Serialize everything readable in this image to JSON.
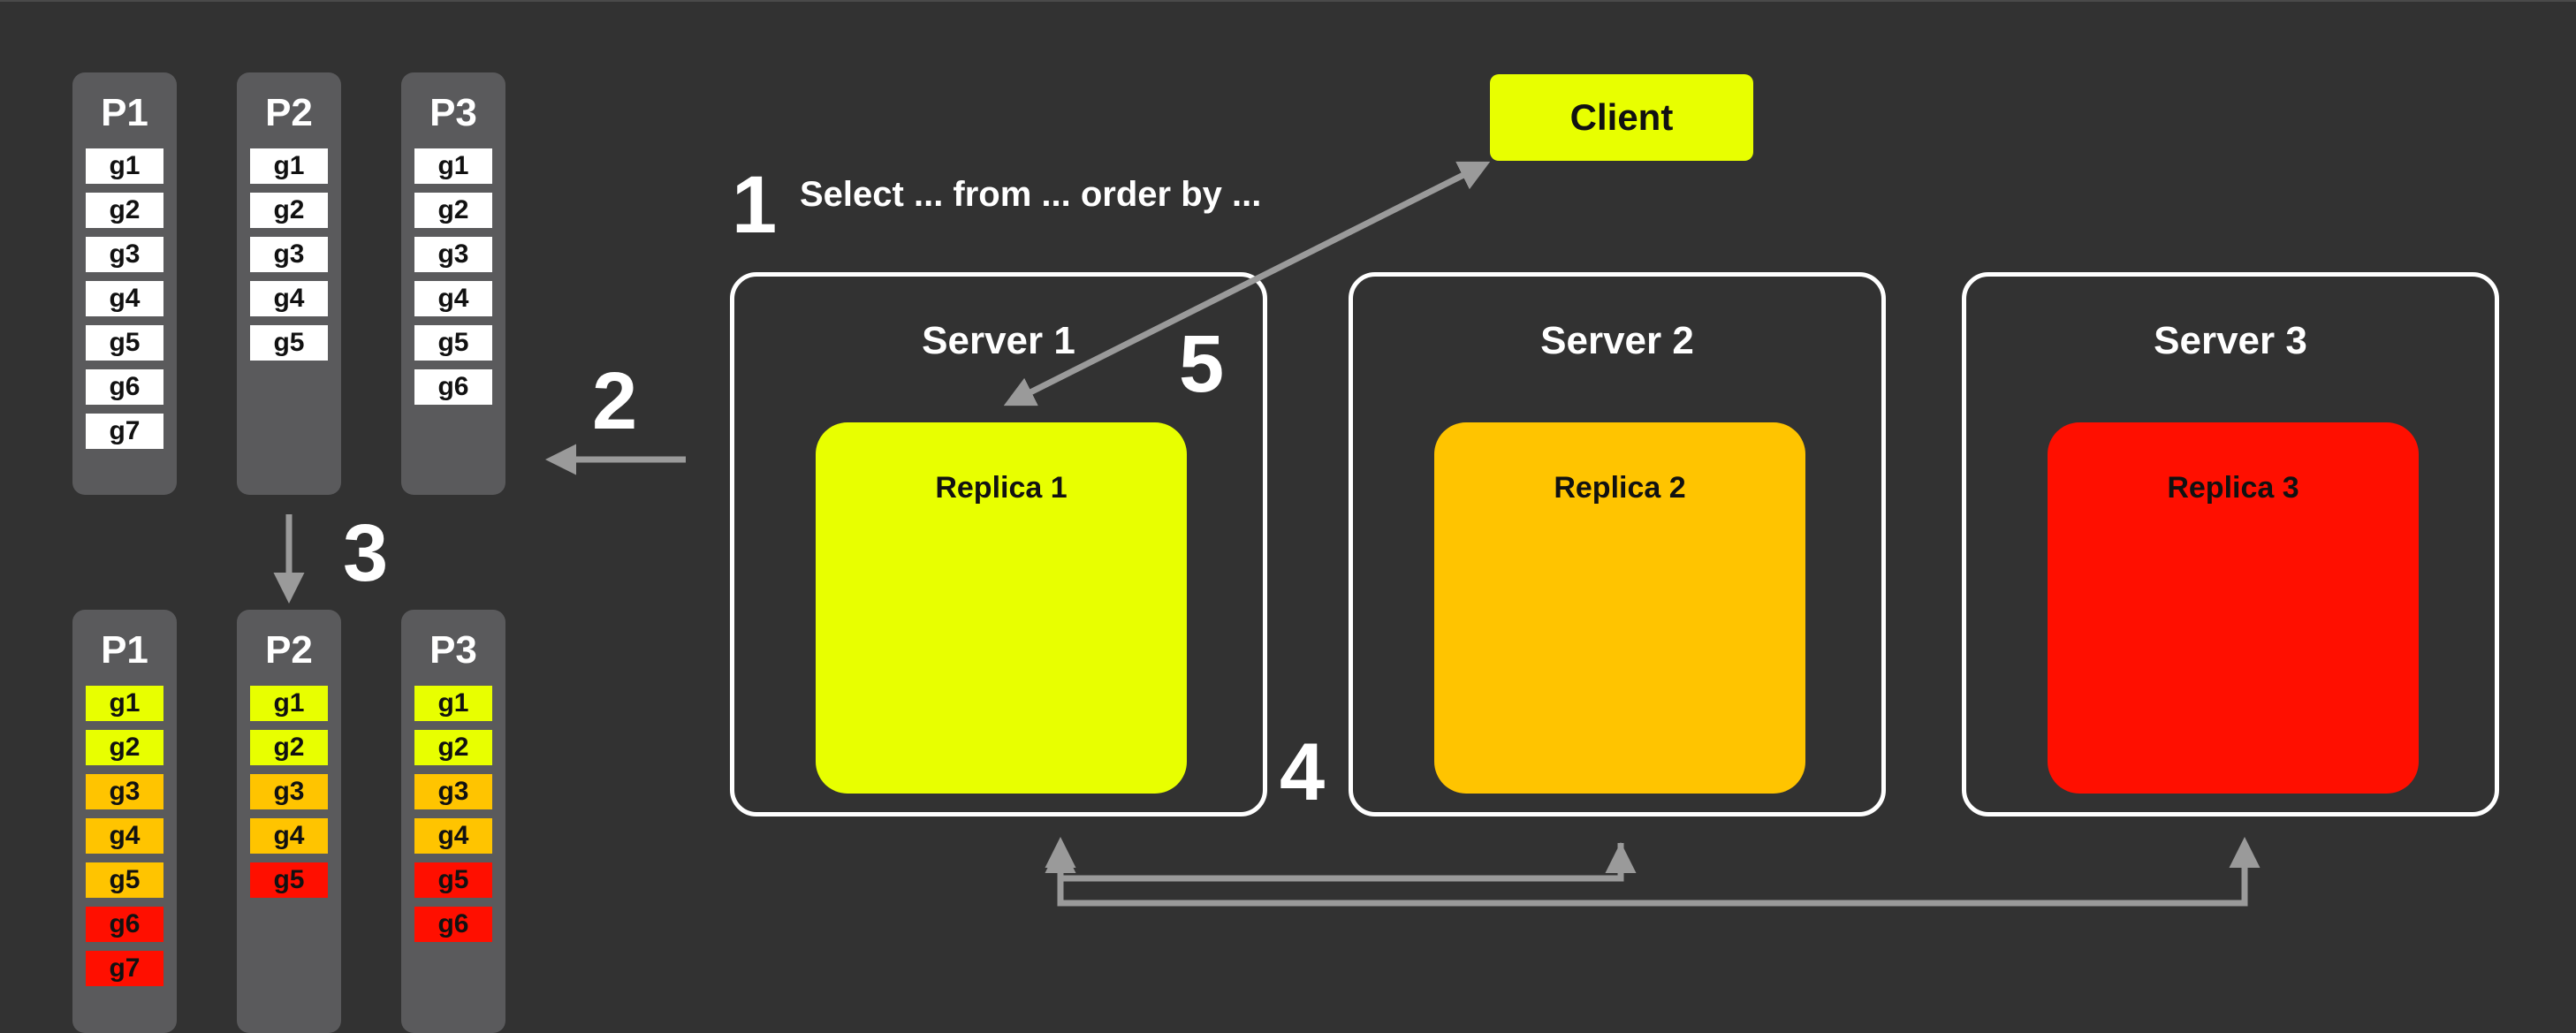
{
  "colors": {
    "background": "#323232",
    "column": "#5a5a5c",
    "white": "#ffffff",
    "yellow": "#e8ff00",
    "orange": "#ffc400",
    "red": "#ff0f00",
    "arrow": "#9a9a9a"
  },
  "client": {
    "label": "Client"
  },
  "query": "Select ... from ... order by ...",
  "steps": {
    "s1": "1",
    "s2": "2",
    "s3": "3",
    "s4": "4",
    "s5": "5"
  },
  "servers": [
    {
      "title": "Server 1",
      "replica": "Replica 1",
      "color": "#e8ff00"
    },
    {
      "title": "Server 2",
      "replica": "Replica 2",
      "color": "#ffc400"
    },
    {
      "title": "Server 3",
      "replica": "Replica 3",
      "color": "#ff0f00"
    }
  ],
  "partitions_before": [
    {
      "name": "P1",
      "granules": [
        "g1",
        "g2",
        "g3",
        "g4",
        "g5",
        "g6",
        "g7"
      ]
    },
    {
      "name": "P2",
      "granules": [
        "g1",
        "g2",
        "g3",
        "g4",
        "g5"
      ]
    },
    {
      "name": "P3",
      "granules": [
        "g1",
        "g2",
        "g3",
        "g4",
        "g5",
        "g6"
      ]
    }
  ],
  "partitions_after": [
    {
      "name": "P1",
      "granules": [
        "g1",
        "g2",
        "g3",
        "g4",
        "g5",
        "g6",
        "g7"
      ],
      "replica": [
        "yellow",
        "yellow",
        "orange",
        "orange",
        "orange",
        "red",
        "red"
      ]
    },
    {
      "name": "P2",
      "granules": [
        "g1",
        "g2",
        "g3",
        "g4",
        "g5"
      ],
      "replica": [
        "yellow",
        "yellow",
        "orange",
        "orange",
        "red"
      ]
    },
    {
      "name": "P3",
      "granules": [
        "g1",
        "g2",
        "g3",
        "g4",
        "g5",
        "g6"
      ],
      "replica": [
        "yellow",
        "yellow",
        "orange",
        "orange",
        "red",
        "red"
      ]
    }
  ]
}
